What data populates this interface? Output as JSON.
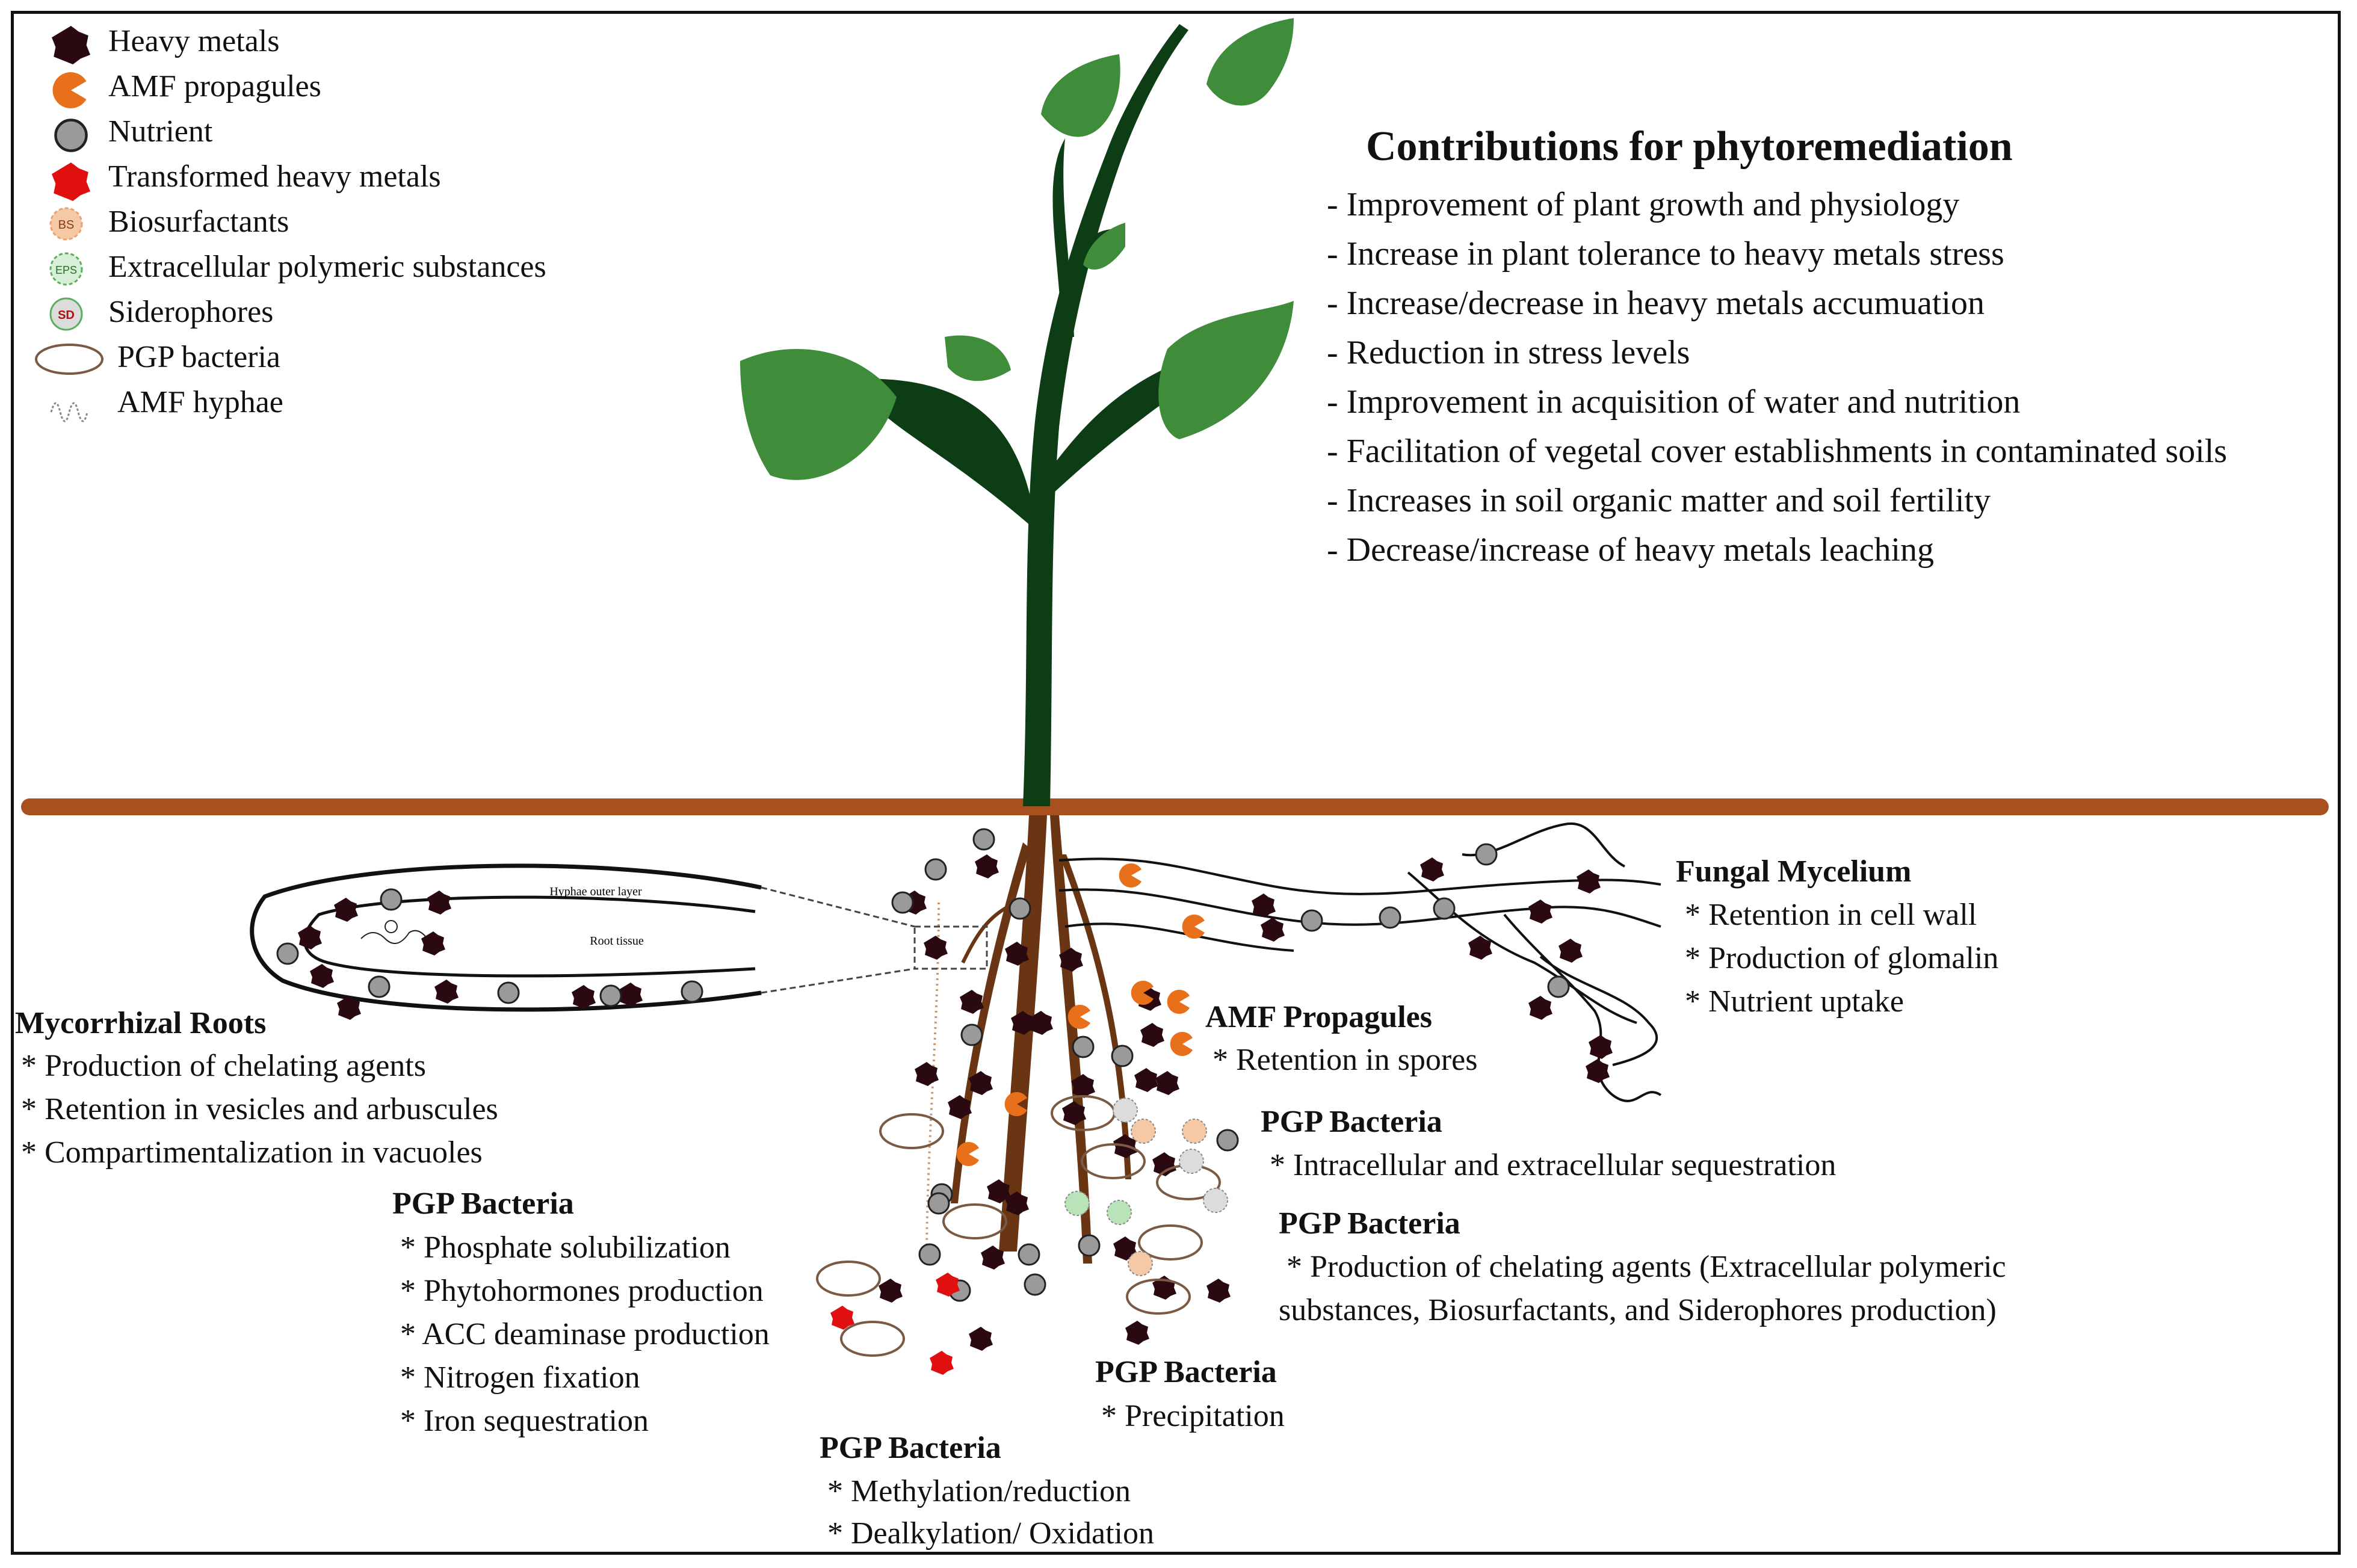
{
  "legend": [
    {
      "key": "heavy_metals",
      "label": "Heavy metals",
      "icon": "heavy-metal-icon"
    },
    {
      "key": "amf_propagules",
      "label": "AMF propagules",
      "icon": "amf-propagule-icon"
    },
    {
      "key": "nutrient",
      "label": "Nutrient",
      "icon": "nutrient-icon"
    },
    {
      "key": "transformed",
      "label": "Transformed heavy metals",
      "icon": "transformed-metal-icon"
    },
    {
      "key": "biosurfactants",
      "label": "Biosurfactants",
      "icon": "biosurfactant-icon",
      "abbr": "BS"
    },
    {
      "key": "eps",
      "label": "Extracellular polymeric substances",
      "icon": "eps-icon",
      "abbr": "EPS"
    },
    {
      "key": "siderophores",
      "label": "Siderophores",
      "icon": "siderophore-icon",
      "abbr": "SD"
    },
    {
      "key": "pgp_bacteria",
      "label": "PGP bacteria",
      "icon": "pgp-bacteria-icon"
    },
    {
      "key": "amf_hyphae",
      "label": "AMF hyphae",
      "icon": "amf-hyphae-icon"
    }
  ],
  "contributions": {
    "title": "Contributions for phytoremediation",
    "items": [
      "- Improvement of plant growth and physiology",
      "- Increase in plant tolerance to heavy metals stress",
      "- Increase/decrease in heavy metals accumuation",
      "- Reduction in stress levels",
      "- Improvement in acquisition of water and nutrition",
      "- Facilitation of vegetal cover establishments in contaminated soils",
      "- Increases in soil organic matter and soil fertility",
      "- Decrease/increase of heavy metals leaching"
    ]
  },
  "root_cross_section": {
    "outer_label": "Hyphae outer layer",
    "inner_label": "Root tissue"
  },
  "mycorrhizal_roots": {
    "title": "Mycorrhizal Roots",
    "items": [
      "* Production of chelating agents",
      "* Retention in vesicles and arbuscules",
      "* Compartimentalization in vacuoles"
    ]
  },
  "pgp_left": {
    "title": "PGP Bacteria",
    "items": [
      "* Phosphate solubilization",
      "* Phytohormones production",
      "* ACC deaminase production",
      "* Nitrogen fixation",
      "* Iron sequestration"
    ]
  },
  "pgp_bottom": {
    "title": "PGP Bacteria",
    "items": [
      "* Methylation/reduction",
      "* Dealkylation/ Oxidation"
    ]
  },
  "pgp_precip": {
    "title": "PGP Bacteria",
    "items": [
      "* Precipitation"
    ]
  },
  "pgp_seq": {
    "title": "PGP Bacteria",
    "items": [
      "* Intracellular and extracellular sequestration"
    ]
  },
  "pgp_chel": {
    "title": "PGP Bacteria",
    "items": [
      "* Production of chelating agents (Extracellular        polymeric",
      "substances, Biosurfactants, and Siderophores production)"
    ]
  },
  "amf": {
    "title": "AMF Propagules",
    "items": [
      "* Retention in spores"
    ]
  },
  "fungal": {
    "title": "Fungal Mycelium",
    "items": [
      "* Retention in cell wall",
      "* Production of glomalin",
      "* Nutrient uptake"
    ]
  },
  "colors": {
    "heavy_metal": "#2a0a10",
    "amf": "#e8701a",
    "nutrient": "#9a9a9a",
    "transformed": "#e01010",
    "biosurfactant": "#f6c9a6",
    "eps": "#b9e3b9",
    "siderophore": "#dcdcdc",
    "soil_line": "#a8501e",
    "stem": "#0d3d14",
    "leaf": "#3f8c3a",
    "root": "#6a3512"
  }
}
